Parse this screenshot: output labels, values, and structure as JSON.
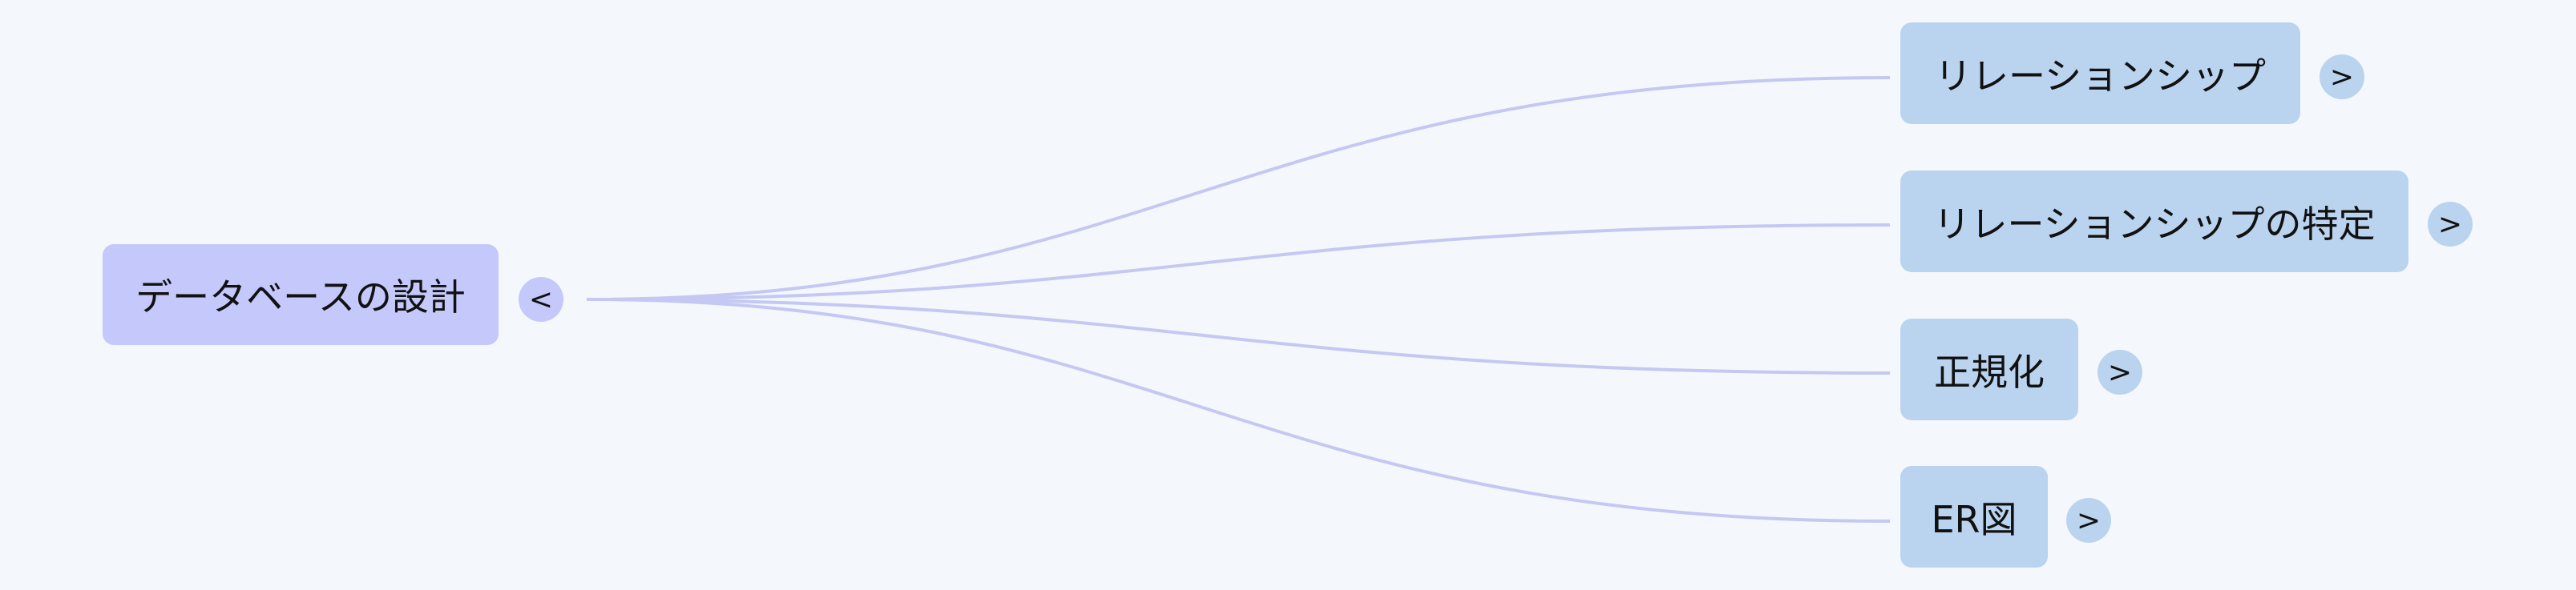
{
  "colors": {
    "background": "#f4f8fd",
    "root_fill": "#c4c8fb",
    "child_fill": "#bad3ee",
    "link_stroke": "#c4c8f2"
  },
  "mindmap": {
    "root": {
      "label": "データベースの設計",
      "toggle": "<"
    },
    "children": [
      {
        "label": "リレーションシップ",
        "toggle": ">"
      },
      {
        "label": "リレーションシップの特定",
        "toggle": ">"
      },
      {
        "label": "正規化",
        "toggle": ">"
      },
      {
        "label": "ER図",
        "toggle": ">"
      }
    ]
  }
}
